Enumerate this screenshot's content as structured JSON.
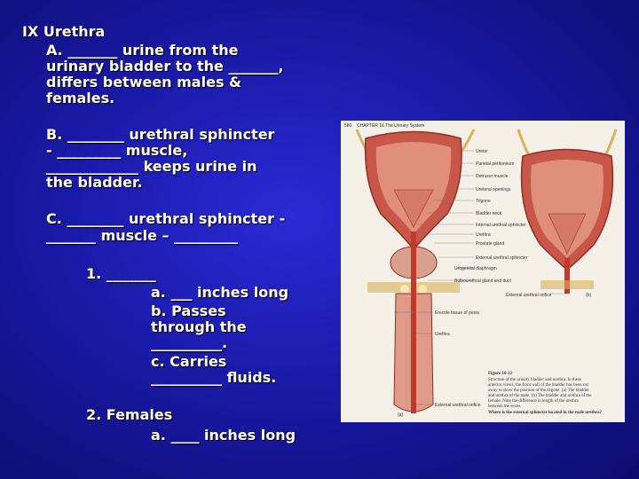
{
  "slide": {
    "heading": "IX Urethra",
    "a_lines": [
      "A. _______ urine from the",
      "urinary bladder to the _______,",
      "differs between males &",
      "females."
    ],
    "b_lines": [
      "B. ________ urethral sphincter",
      "- _________ muscle,",
      "_____________ keeps urine in",
      "the bladder."
    ],
    "c_lines": [
      "C. ________ urethral sphincter -",
      "_______ muscle – _________"
    ],
    "male_label": "1. _______",
    "male_a": "a. ___ inches long",
    "male_b_lines": [
      "b. Passes",
      "through the",
      "__________."
    ],
    "male_c_lines": [
      "c. Carries",
      "__________ fluids."
    ],
    "female_label": "2. Females",
    "female_a": "a. ____ inches long"
  },
  "figure": {
    "header": "CHAPTER 16 The Urinary System",
    "page": "580",
    "labels_male": [
      "Ureter",
      "Parietal peritoneum",
      "Detrusor muscle",
      "Ureteral openings",
      "Trigone",
      "Bladder neck",
      "Internal urethral sphincter",
      "Urethra",
      "Prostate gland",
      "External urethral sphincter",
      "Urogenital diaphragm",
      "Bulbourethral gland and duct"
    ],
    "labels_bottom": [
      "Erectile tissue of penis",
      "Urethra",
      "External urethral orifice"
    ],
    "label_female": "External urethral orifice",
    "panel_a": "(a)",
    "panel_b": "(b)",
    "caption_title": "Figure 16-12",
    "caption_lines": [
      "Structure of the urinary bladder and urethra. In these",
      "anterior views, the front wall of the bladder has been cut",
      "away to show the position of the trigone. (a) The bladder",
      "and urethra of the male. (b) The bladder and urethra of the",
      "female. Note the difference in length of the urethra",
      "between the sexes.",
      "Where is the external sphincter located in the male urethra?"
    ]
  },
  "colors": {
    "background": "#1a1aa8",
    "text": "#ffffff",
    "tissue": "#c8574a",
    "muscle": "#e0907a",
    "ureter": "#d9b35a"
  }
}
